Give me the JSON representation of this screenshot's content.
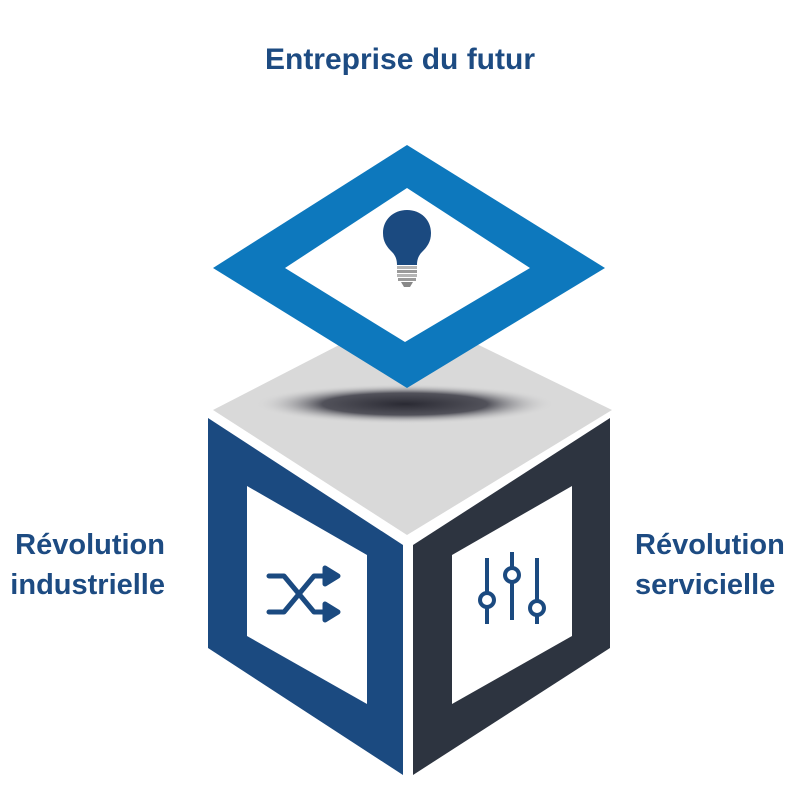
{
  "title": "Entreprise du futur",
  "left_label": {
    "line1": "Révolution",
    "line2": "industrielle"
  },
  "right_label": {
    "line1": "Révolution",
    "line2": "servicielle"
  },
  "icons": {
    "top": "lightbulb-icon",
    "left": "shuffle-icon",
    "right": "sliders-icon"
  },
  "colors": {
    "text": "#1d4b82",
    "diamond": "#0d78bd",
    "left_face": "#1b4a80",
    "right_face": "#2d3440",
    "top_face": "#d9d9d9",
    "icon": "#1b4a80"
  }
}
